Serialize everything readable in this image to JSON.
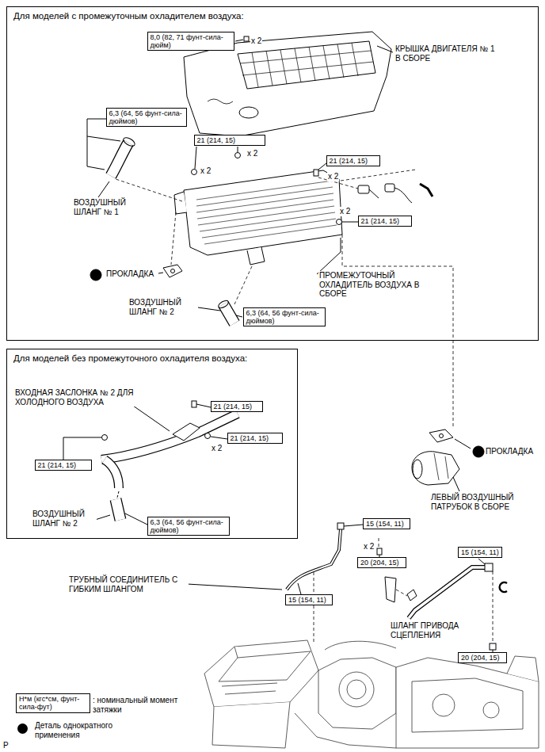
{
  "diagram": {
    "nodes": [
      {
        "text": [
          "Для моделей с промежуточным охладителем воздуха:"
        ]
      },
      {
        "text": [
          "8,0 (82, 71 фунт-сила-дюйм)"
        ],
        "in": 0
      },
      {
        "text": [
          "6,3 (64, 56 фунт-сила-дюймов)"
        ],
        "in": 0
      },
      {
        "text": [
          "21 (214, 15)"
        ],
        "in": 0
      },
      {
        "text": [
          "21 (214, 15)"
        ],
        "in": 0
      },
      {
        "text": [
          "21 (214, 15)"
        ],
        "in": 0
      },
      {
        "text": [
          "6,3 (64, 56 фунт-сила-дюймов)"
        ],
        "in": 0
      },
      {
        "text": [
          "Для моделей без промежуточного охладителя воздуха:"
        ]
      },
      {
        "text": [
          "21 (214, 15)"
        ],
        "in": 7
      },
      {
        "text": [
          "21 (214, 15)"
        ],
        "in": 7
      },
      {
        "text": [
          "21 (214, 15)"
        ],
        "in": 7
      },
      {
        "text": [
          "6,3 (64, 56 фунт-сила-дюймов)"
        ],
        "in": 7
      },
      {
        "text": [
          "15 (154, 11)"
        ]
      },
      {
        "text": [
          "20 (204, 15)"
        ]
      },
      {
        "text": [
          "15 (154, 11)"
        ]
      },
      {
        "text": [
          "15 (154, 11)"
        ]
      },
      {
        "text": [
          "20 (204, 15)"
        ]
      },
      {
        "text": [
          "Н*м (кгс*см, фунт-сила-фут)"
        ]
      }
    ],
    "labels": [
      "x 2",
      "КРЫШКА ДВИГАТЕЛЯ № 1 В СБОРЕ",
      "x 2",
      "x 2",
      "x 2",
      "x 2",
      "ВОЗДУШНЫЙ ШЛАНГ № 1",
      "ПРОКЛАДКА",
      "ПРОМЕЖУТОЧНЫЙ ОХЛАДИТЕЛЬ ВОЗДУХА В СБОРЕ",
      "ВОЗДУШНЫЙ ШЛАНГ № 2",
      "ВХОДНАЯ ЗАСЛОНКА № 2 ДЛЯ ХОЛОДНОГО ВОЗДУХА",
      "x 2",
      "ВОЗДУШНЫЙ ШЛАНГ № 2",
      "ПРОКЛАДКА",
      "ЛЕВЫЙ ВОЗДУШНЫЙ ПАТРУБОК В СБОРЕ",
      "x 2",
      "ТРУБНЫЙ СОЕДИНИТЕЛЬ С ГИБКИМ ШЛАНГОМ",
      "ШЛАНГ ПРИВОДА СЦЕПЛЕНИЯ",
      "P"
    ],
    "legend": [
      {
        "text": ": номинальный момент затяжки"
      },
      {
        "text": "Деталь однократного применения",
        "color": "#000000"
      }
    ]
  }
}
